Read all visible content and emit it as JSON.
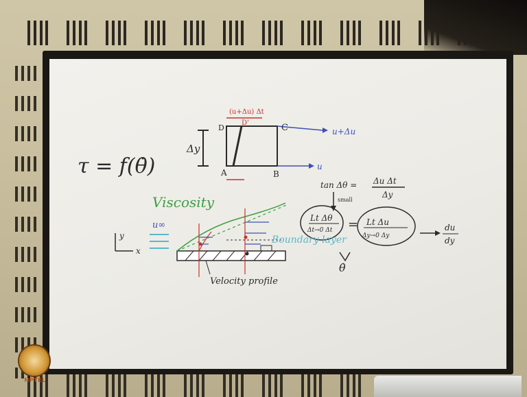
{
  "scene": {
    "board_color": "#efeee9",
    "ink_black": "#2c2a2a",
    "ink_blue": "#3f4fb6",
    "ink_green": "#3e9e44",
    "ink_red": "#c8322b",
    "ink_cyan": "#5bb7c8"
  },
  "board": {
    "shear_eq": "τ = f(θ̇)",
    "viscosity": "Viscosity",
    "element": {
      "corner_D": "D",
      "corner_D2": "D'",
      "corner_C": "C",
      "corner_A": "A",
      "corner_B": "B",
      "top_label": "(u+Δu) Δt",
      "dy_label": "Δy",
      "velocity_top": "u+Δu",
      "velocity_bottom": "u"
    },
    "tan_eq_lhs": "tan Δθ =",
    "tan_eq_num": "Δu Δt",
    "tan_eq_den": "Δy",
    "small_label": "small",
    "limit_lhs_top": "Lt Δθ",
    "limit_lhs_bottom": "Δt→0 Δt",
    "limit_rhs_top": "Lt Δu",
    "limit_rhs_bottom": "Δy→0 Δy",
    "du_dy_num": "du",
    "du_dy_den": "dy",
    "theta_dot": "θ̇",
    "axis_y": "y",
    "axis_x": "x",
    "u_inf": "u∞",
    "boundary_layer": "Boundary layer",
    "velocity_profile": "Velocity profile"
  },
  "watermark": {
    "text": "NPTEL"
  }
}
